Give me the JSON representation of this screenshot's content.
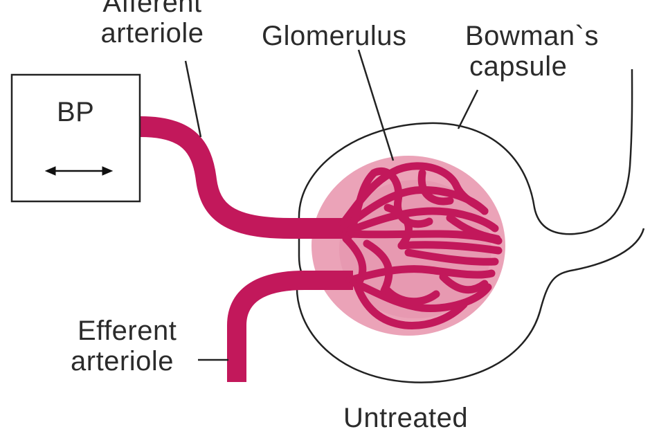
{
  "labels": {
    "afferent_line1": "Afferent",
    "afferent_line2": "arteriole",
    "glomerulus": "Glomerulus",
    "bowman_line1": "Bowman`s",
    "bowman_line2": "capsule",
    "bp": "BP",
    "efferent_line1": "Efferent",
    "efferent_line2": "arteriole",
    "caption": "Untreated"
  },
  "colors": {
    "vessel": "#c2185b",
    "glomerulus_fill": "#eba3b8",
    "outline": "#222222"
  },
  "icons": {
    "bp_arrow": "double-headed-arrow-icon"
  }
}
